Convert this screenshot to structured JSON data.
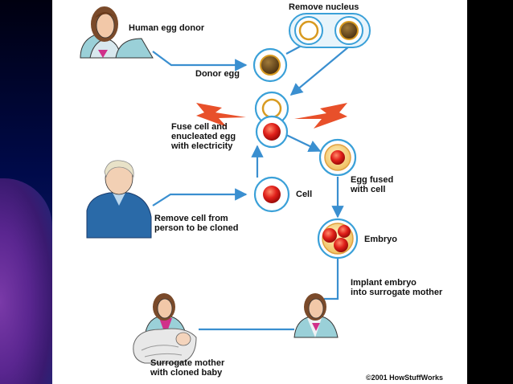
{
  "labels": {
    "human_egg_donor": "Human egg donor",
    "remove_nucleus": "Remove nucleus",
    "donor_egg": "Donor egg",
    "fuse_cell": "Fuse cell and\nenucleated egg\nwith electricity",
    "egg_fused": "Egg fused\nwith cell",
    "cell": "Cell",
    "remove_cell": "Remove cell from\nperson to be cloned",
    "embryo": "Embryo",
    "implant": "Implant embryo\ninto surrogate mother",
    "surrogate": "Surrogate mother\nwith cloned baby",
    "copyright": "©2001 HowStuffWorks"
  },
  "colors": {
    "arrow": "#3a8fd0",
    "cell_border": "#3aa0d8",
    "nucleus_brown": "#6b4a1a",
    "cell_red": "#e0201a",
    "spark": "#e8502a"
  }
}
